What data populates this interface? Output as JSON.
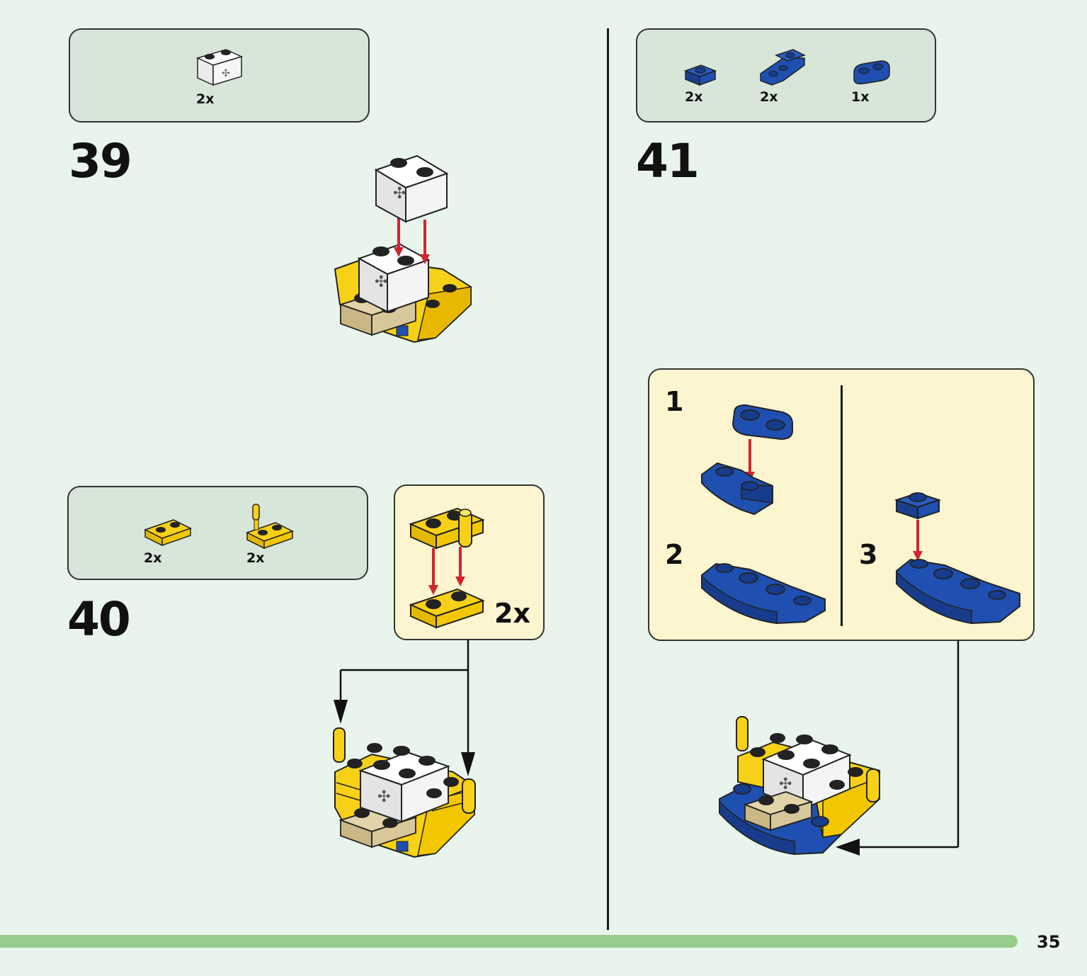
{
  "page_number": "35",
  "colors": {
    "background": "#e9f5ec",
    "parts_box": "#d7e6d8",
    "sub_box": "#fdf5cf",
    "progress_bar": "#96cc8c",
    "yellow": "#f7d117",
    "blue": "#1f4fb0",
    "white_brick": "#f2f2f2",
    "tan": "#d8c79a",
    "arrow_red": "#d0262e"
  },
  "steps": [
    {
      "number": "39",
      "parts": [
        {
          "qty": "2x",
          "icon": "white-technic-brick-icon"
        }
      ]
    },
    {
      "number": "40",
      "parts": [
        {
          "qty": "2x",
          "icon": "yellow-plate-1x2-icon"
        },
        {
          "qty": "2x",
          "icon": "yellow-plate-with-bar-icon"
        }
      ],
      "subassembly": {
        "multiplier": "2x"
      }
    },
    {
      "number": "41",
      "parts": [
        {
          "qty": "2x",
          "icon": "blue-plate-1x1-icon"
        },
        {
          "qty": "2x",
          "icon": "blue-curved-plate-icon"
        },
        {
          "qty": "1x",
          "icon": "blue-rounded-plate-icon"
        }
      ],
      "subassembly": {
        "sub_steps": [
          "1",
          "2",
          "3"
        ]
      }
    }
  ]
}
